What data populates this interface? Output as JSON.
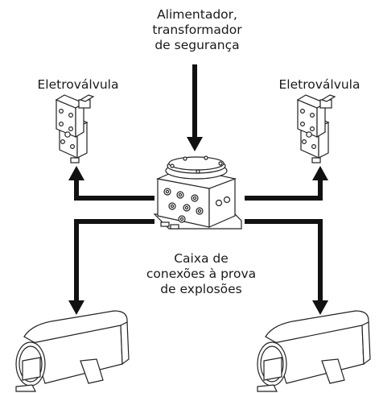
{
  "labels": {
    "power_supply": [
      "Alimentador,",
      "transformador",
      "de segurança"
    ],
    "valve_left": "Eletroválvula",
    "valve_right": "Eletroválvula",
    "junction_box": [
      "Caixa de",
      "conexões à prova",
      "de explosões"
    ]
  },
  "colors": {
    "arrows": "#111111",
    "line_art": "#222222"
  }
}
